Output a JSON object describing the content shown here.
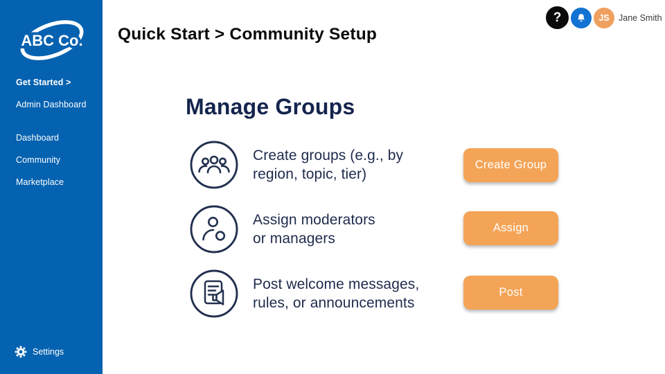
{
  "colors": {
    "sidebar_blue": "#0562b0",
    "accent_orange": "#f4a456",
    "navy_text": "#1f2b4d",
    "bell_blue": "#1273d2",
    "avatar_orange": "#efa05e"
  },
  "sidebar": {
    "logo_text": "ABC Co.",
    "items": [
      {
        "label": "Get Started >"
      },
      {
        "label": "Admin Dashboard"
      },
      {
        "label": "Dashboard"
      },
      {
        "label": "Community"
      },
      {
        "label": "Marketplace"
      }
    ],
    "settings_label": "Settings"
  },
  "header": {
    "breadcrumb": "Quick Start > Community Setup",
    "help_glyph": "?",
    "user": {
      "initials": "JS",
      "name": "Jane Smith"
    }
  },
  "main": {
    "title": "Manage Groups",
    "rows": [
      {
        "icon": "group-icon",
        "line1": "Create groups (e.g., by",
        "line2": "region, topic, tier)",
        "button_label": "Create Group"
      },
      {
        "icon": "person-icon",
        "line1": "Assign moderators",
        "line2": "or managers",
        "button_label": "Assign"
      },
      {
        "icon": "document-megaphone-icon",
        "line1": "Post welcome messages,",
        "line2": "rules, or announcements",
        "button_label": "Post"
      }
    ]
  }
}
